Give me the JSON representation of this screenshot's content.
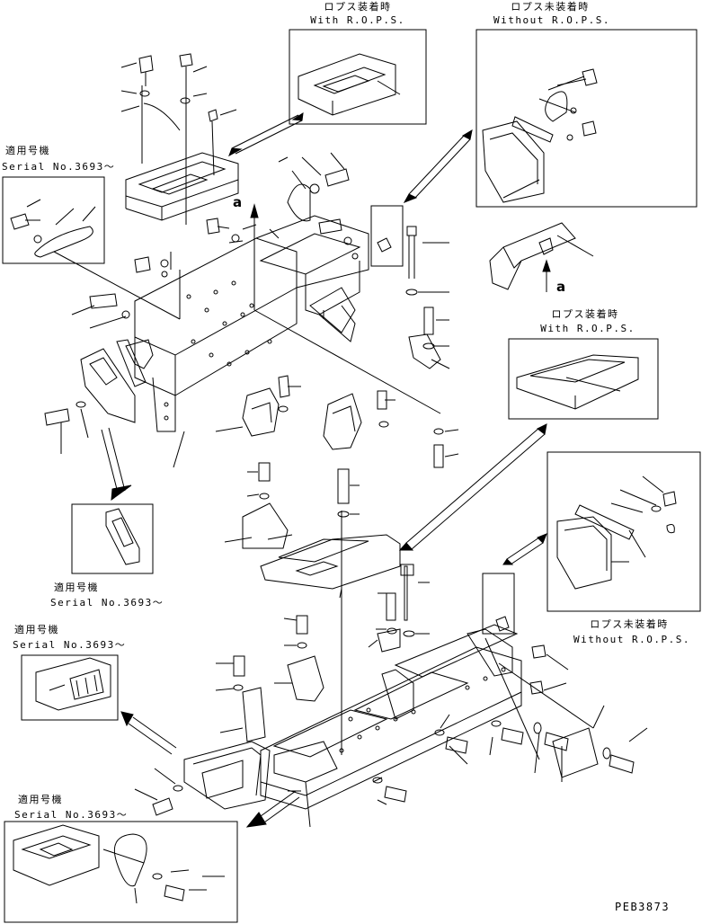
{
  "callouts": {
    "with_rops_top": {
      "jp": "ロプス装着時",
      "en": "With R.O.P.S."
    },
    "without_rops_top": {
      "jp": "ロプス未装着時",
      "en": "Without R.O.P.S."
    },
    "with_rops_right": {
      "jp": "ロプス装着時",
      "en": "With R.O.P.S."
    },
    "without_rops_right": {
      "jp": "ロプス未装着時",
      "en": "Without R.O.P.S."
    },
    "serial_left_top": {
      "jp": "適用号機",
      "en": "Serial No.3693～"
    },
    "serial_mid": {
      "jp": "適用号機",
      "en": "Serial No.3693～"
    },
    "serial_left_mid": {
      "jp": "適用号機",
      "en": "Serial No.3693～"
    },
    "serial_bottom": {
      "jp": "適用号機",
      "en": "Serial No.3693～"
    }
  },
  "view_marks": {
    "a_left": "a",
    "a_right": "a"
  },
  "drawing_code": "PEB3873"
}
